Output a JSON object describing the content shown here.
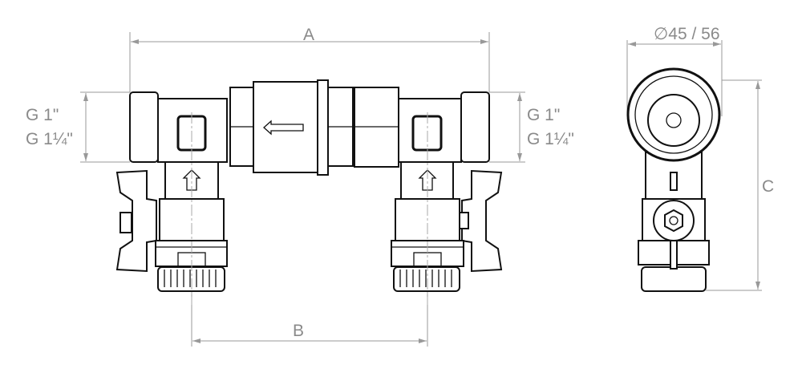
{
  "dimensions": {
    "a": "A",
    "b": "B",
    "c": "C",
    "diameter": "∅45 / 56"
  },
  "threads": {
    "left": [
      "G 1\"",
      "G 1¼\""
    ],
    "right": [
      "G 1\"",
      "G 1¼\""
    ]
  },
  "colors": {
    "line": "#111111",
    "dimension": "#999999"
  }
}
